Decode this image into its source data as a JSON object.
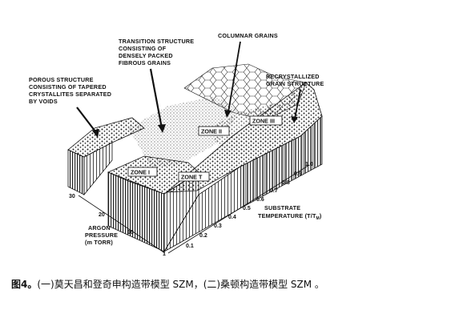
{
  "labels": {
    "porous": [
      "POROUS STRUCTURE",
      "CONSISTING OF TAPERED",
      "CRYSTALLITES SEPARATED",
      "BY VOIDS"
    ],
    "transition": [
      "TRANSITION STRUCTURE",
      "CONSISTING OF",
      "DENSELY PACKED",
      "FIBROUS GRAINS"
    ],
    "columnar": [
      "COLUMNAR GRAINS"
    ],
    "recrystallized": [
      "RECRYSTALLIZED",
      "GRAIN STRUCTURE"
    ]
  },
  "zones": {
    "zone1": "ZONE I",
    "zoneT": "ZONE T",
    "zone2": "ZONE II",
    "zone3": "ZONE III"
  },
  "axes": {
    "pressure": {
      "label": [
        "ARGON",
        "PRESSURE",
        "(m TORR)"
      ],
      "ticks": [
        "30",
        "20",
        "10",
        "1"
      ]
    },
    "temperature": {
      "label": [
        "SUBSTRATE",
        "TEMPERATURE (T/T"
      ],
      "subscript": "M",
      "label_close": ")",
      "ticks": [
        "0.1",
        "0.2",
        "0.3",
        "0.4",
        "0.5",
        "0.6",
        "0.7",
        "0.8",
        "0.9",
        "1.0"
      ]
    }
  },
  "caption": {
    "figure": "图4。",
    "text": "(一)莫天昌和登奇申构造带模型 SZM，(二)桑顿构造带模型 SZM 。"
  }
}
